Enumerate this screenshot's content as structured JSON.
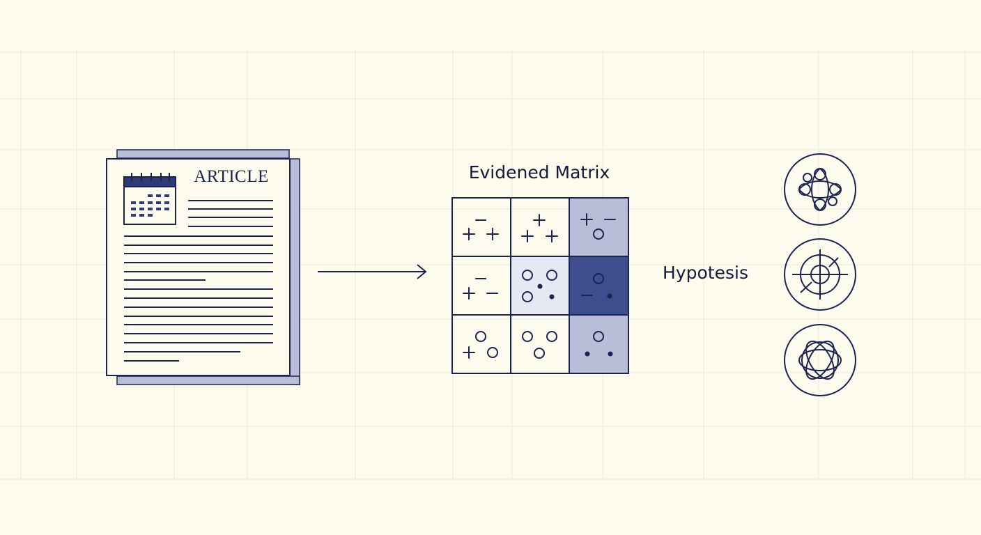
{
  "article": {
    "title": "ARTICLE"
  },
  "matrix": {
    "title": "Evidened Matrix",
    "colors": {
      "ink": "#1d2350",
      "light": "#e6e8f4",
      "mid": "#b9bdd8",
      "dark": "#3e4d8d",
      "stroke": "#1d2350"
    },
    "cells": [
      {
        "shade": "none",
        "symbols": "minus-plus-plus"
      },
      {
        "shade": "none",
        "symbols": "plus-plus-plus"
      },
      {
        "shade": "mid",
        "symbols": "plus-minus-circle"
      },
      {
        "shade": "none",
        "symbols": "minus-plus-minus"
      },
      {
        "shade": "light",
        "symbols": "circles-dots"
      },
      {
        "shade": "dark",
        "symbols": "circle-minus-dot"
      },
      {
        "shade": "none",
        "symbols": "circles-plus"
      },
      {
        "shade": "none",
        "symbols": "three-circles"
      },
      {
        "shade": "mid",
        "symbols": "circle-two-dots"
      }
    ]
  },
  "hypothesis": {
    "label": "Hypotesis",
    "icons": [
      "molecule-icon",
      "target-icon",
      "atom-orbit-icon"
    ]
  },
  "colors": {
    "background": "#fdfaee",
    "grid": "#ecebdc",
    "ink": "#1d2350",
    "paper_shadow": "#b9bdd8"
  }
}
